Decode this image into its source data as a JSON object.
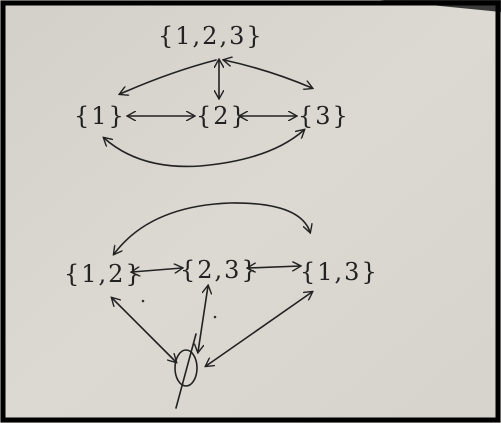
{
  "diagram": {
    "top_lattice": {
      "nodes": {
        "full": "{1,2,3}",
        "s1": "{1}",
        "s2": "{2}",
        "s3": "{3}"
      }
    },
    "bottom_lattice": {
      "nodes": {
        "p12": "{1,2}",
        "p23": "{2,3}",
        "p13": "{1,3}",
        "empty": "∅"
      }
    }
  },
  "colors": {
    "paper": "#d9d6ce",
    "ink": "#1e1e1e",
    "border": "#000000"
  }
}
